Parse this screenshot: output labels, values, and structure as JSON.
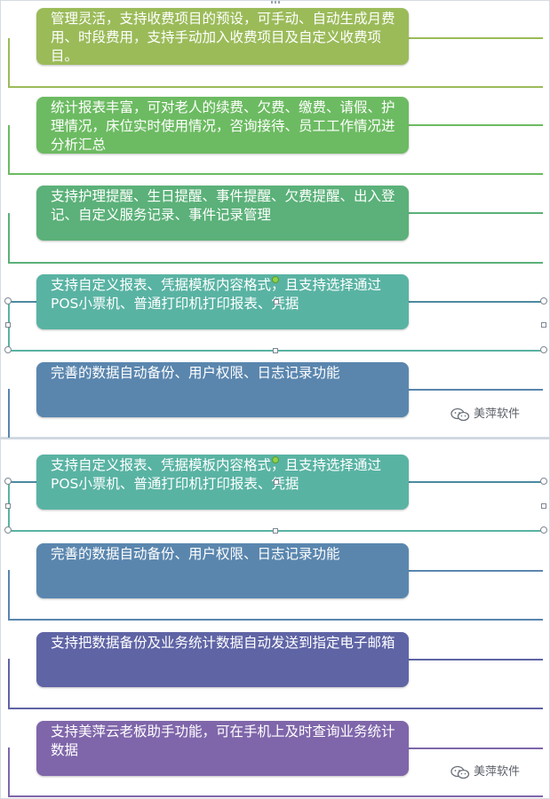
{
  "colors": {
    "item1": "#9bbb59",
    "item2": "#6cbb62",
    "item3": "#5bb179",
    "item4": "#59b3a3",
    "item5": "#5a86ae",
    "item6": "#5f64a5",
    "item7": "#7f66aa"
  },
  "top_panel": {
    "items": [
      {
        "text": "管理灵活，支持收费项目的预设，可手动、自动生成月费用、时段费用，支持手动加入收费项目及自定义收费项目。"
      },
      {
        "text": "统计报表丰富，可对老人的续费、欠费、缴费、请假、护理情况，床位实时使用情况，咨询接待、员工工作情况进分析汇总"
      },
      {
        "text": "支持护理提醒、生日提醒、事件提醒、欠费提醒、出入登记、自定义服务记录、事件记录管理"
      },
      {
        "text": "支持自定义报表、凭据模板内容格式，且支持选择通过POS小票机、普通打印机打印报表、凭据"
      },
      {
        "text": "完善的数据自动备份、用户权限、日志记录功能"
      }
    ],
    "watermark": "美萍软件"
  },
  "bottom_panel": {
    "items": [
      {
        "text": "支持自定义报表、凭据模板内容格式，且支持选择通过POS小票机、普通打印机打印报表、凭据"
      },
      {
        "text": "完善的数据自动备份、用户权限、日志记录功能"
      },
      {
        "text": "支持把数据备份及业务统计数据自动发送到指定电子邮箱"
      },
      {
        "text": "支持美萍云老板助手功能，可在手机上及时查询业务统计数据"
      }
    ],
    "watermark": "美萍软件"
  }
}
